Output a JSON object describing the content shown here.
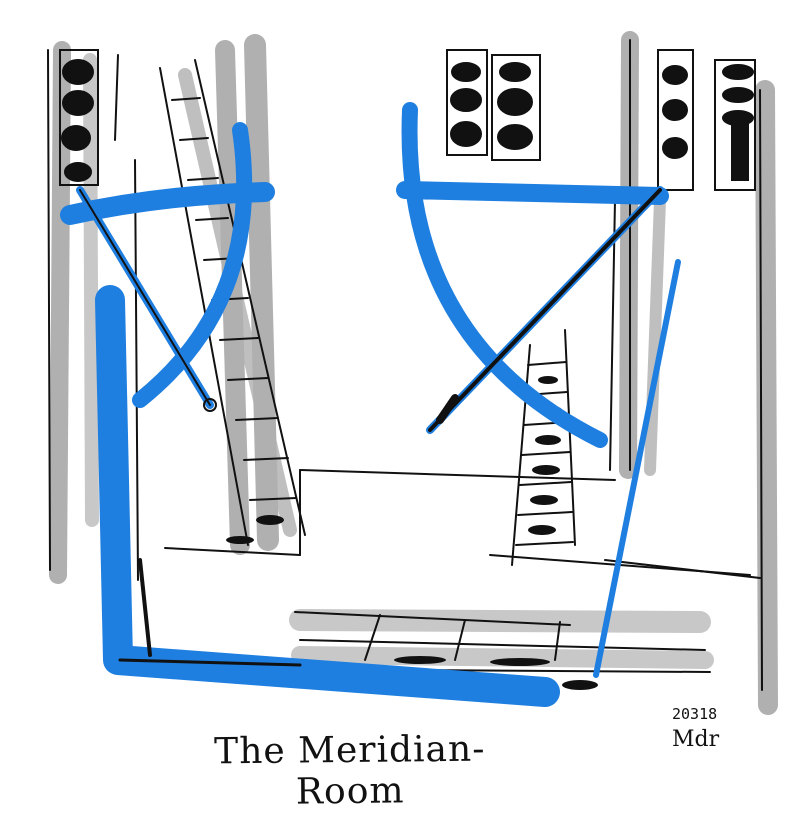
{
  "caption": "The Meridian-Room",
  "date": "20318",
  "signature": "Mdr",
  "colors": {
    "ink": "#111111",
    "marker_blue": "#1f7fe0",
    "marker_gray": "#a9a9a9",
    "paper": "#ffffff"
  }
}
